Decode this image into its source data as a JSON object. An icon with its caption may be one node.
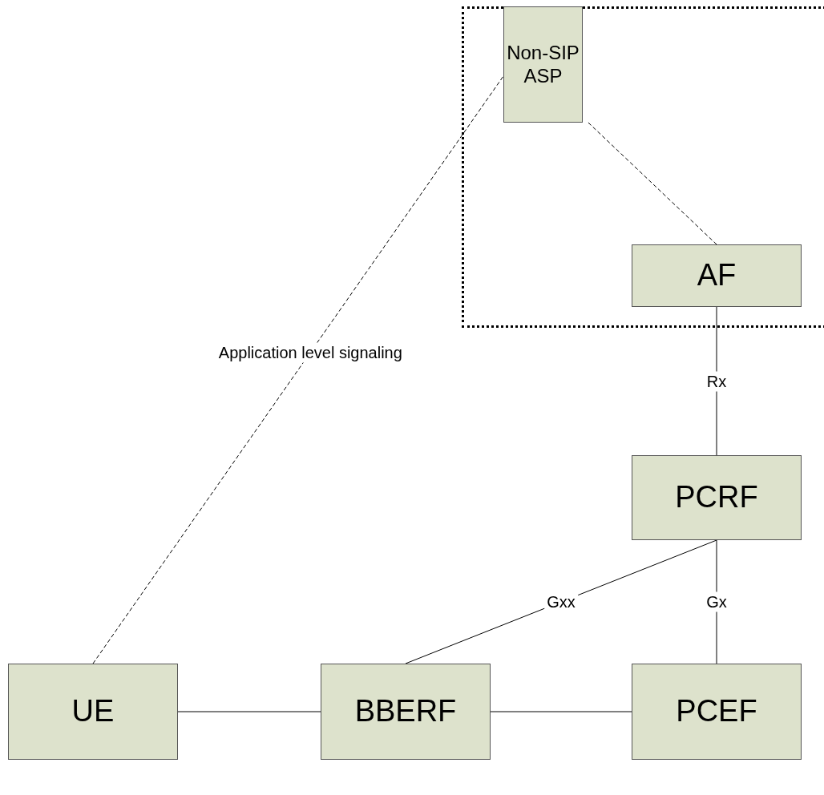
{
  "diagram": {
    "nodes": [
      {
        "text": [],
        "shape": "box"
      },
      {
        "text": [
          "Non-SIP ASP"
        ],
        "in": 0
      },
      {
        "text": [
          "AF"
        ],
        "in": 0
      },
      {
        "text": [
          "PCRF"
        ]
      },
      {
        "text": [
          "UE"
        ]
      },
      {
        "text": [
          "BBERF"
        ]
      },
      {
        "text": [
          "PCEF"
        ]
      }
    ],
    "edges": [
      {
        "from": 4,
        "to": 1,
        "arrow": "none",
        "style": "dashed",
        "label": "Application level signaling"
      },
      {
        "from": 1,
        "to": 2,
        "arrow": "none",
        "style": "dashed"
      },
      {
        "from": 2,
        "to": 3,
        "arrow": "none",
        "label": "Rx"
      },
      {
        "from": 3,
        "to": 5,
        "arrow": "none",
        "label": "Gxx"
      },
      {
        "from": 3,
        "to": 6,
        "arrow": "none",
        "label": "Gx"
      },
      {
        "from": 4,
        "to": 5,
        "arrow": "none"
      },
      {
        "from": 5,
        "to": 6,
        "arrow": "none"
      }
    ]
  }
}
